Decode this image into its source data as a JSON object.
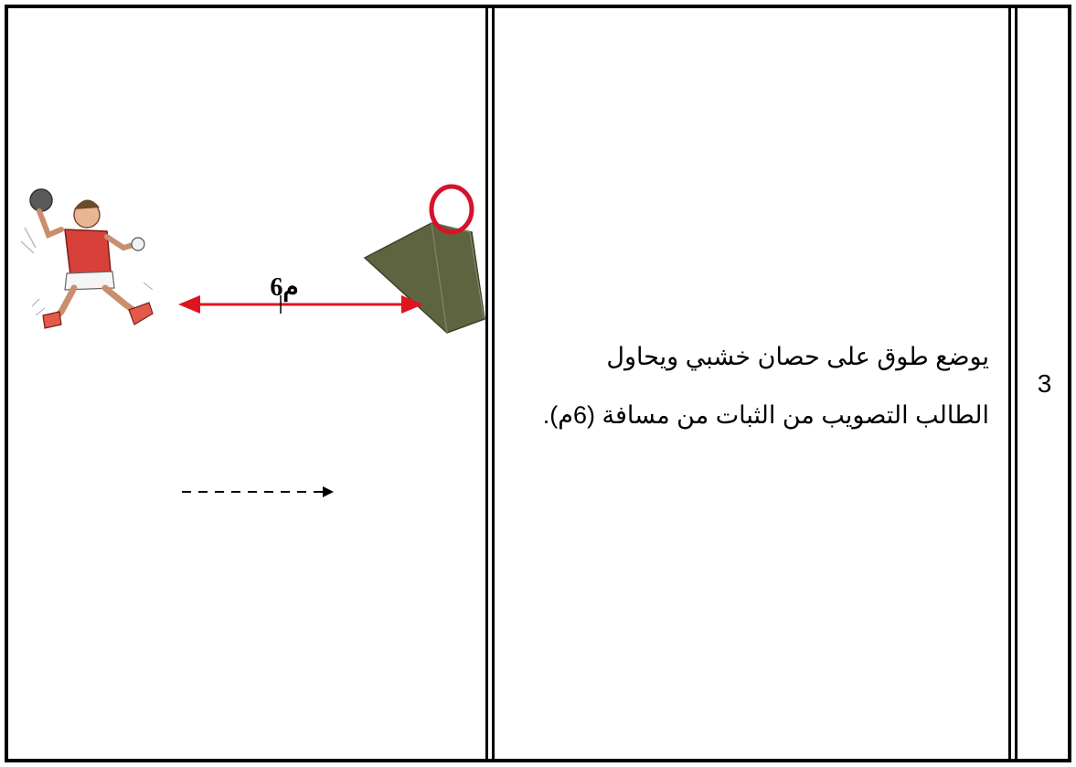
{
  "row": {
    "number": "3",
    "description_lines": [
      "يوضع طوق على حصان خشبي ويحاول",
      "الطالب التصويب من الثبات من مسافة (6م)."
    ],
    "distance_label": "6م"
  },
  "colors": {
    "border": "#000000",
    "distance_arrow": "#e0141e",
    "ring": "#d6132a",
    "vaulting_box": "#5e6440",
    "player_shirt": "#d8403a"
  },
  "icons": {
    "player": "handball-player-icon",
    "box": "wooden-vaulting-box-icon",
    "ring": "hoop-ring-icon",
    "movement_arrow": "dashed-arrow-icon"
  }
}
